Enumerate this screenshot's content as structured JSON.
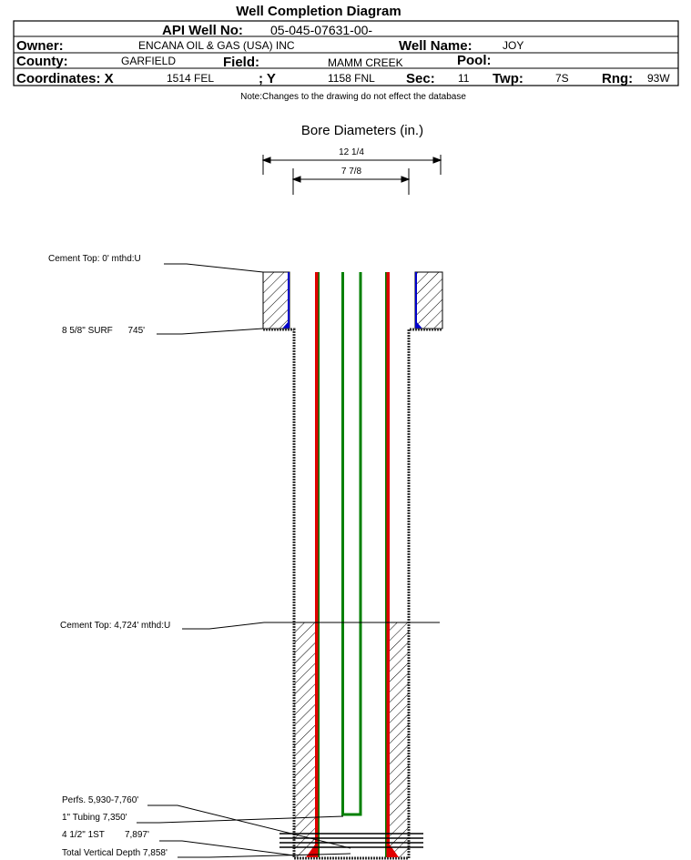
{
  "title": "Well Completion Diagram",
  "header": {
    "api_label": "API Well No:",
    "api_value": "05-045-07631-00-",
    "owner_label": "Owner:",
    "owner_value": "ENCANA OIL & GAS (USA) INC",
    "well_name_label": "Well Name:",
    "well_name_value": "JOY",
    "county_label": "County:",
    "county_value": "GARFIELD",
    "field_label": "Field:",
    "field_value": "MAMM CREEK",
    "pool_label": "Pool:",
    "pool_value": "",
    "coord_x_label": "Coordinates: X",
    "coord_x_value": "1514 FEL",
    "coord_y_label": "; Y",
    "coord_y_value": "1158 FNL",
    "sec_label": "Sec:",
    "sec_value": "11",
    "twp_label": "Twp:",
    "twp_value": "7S",
    "rng_label": "Rng:",
    "rng_value": "93W"
  },
  "note": "Note:Changes to the drawing do not effect the database",
  "diagram": {
    "bore_title": "Bore Diameters (in.)",
    "bore_outer": "12 1/4",
    "bore_inner": "7 7/8",
    "labels": {
      "cement_top_surface": "Cement Top: 0' mthd:U",
      "surface_casing": "8 5/8\" SURF      745'",
      "cement_top_prod": "Cement Top: 4,724' mthd:U",
      "perfs": "Perfs. 5,930-7,760'",
      "tubing": "1\" Tubing 7,350'",
      "prod_casing": "4 1/2\" 1ST        7,897'",
      "tvd": "Total Vertical Depth 7,858'"
    },
    "colors": {
      "casing": "#e00000",
      "tubing": "#008000",
      "blue": "#0000cc",
      "teal": "#3a8a8a"
    }
  }
}
